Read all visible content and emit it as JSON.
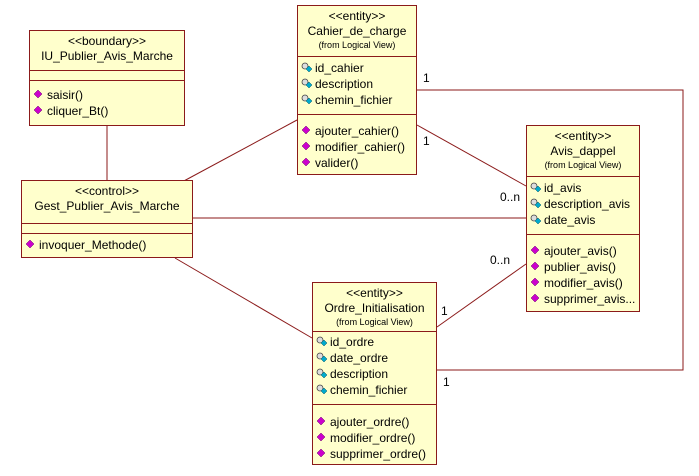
{
  "classes": {
    "iu": {
      "stereotype": "<<boundary>>",
      "name": "IU_Publier_Avis_Marche",
      "operations": [
        "saisir()",
        "cliquer_Bt()"
      ]
    },
    "gest": {
      "stereotype": "<<control>>",
      "name": "Gest_Publier_Avis_Marche",
      "operations": [
        "invoquer_Methode()"
      ]
    },
    "cahier": {
      "stereotype": "<<entity>>",
      "name": "Cahier_de_charge",
      "from": "(from Logical View)",
      "attributes": [
        "id_cahier",
        "description",
        "chemin_fichier"
      ],
      "operations": [
        "ajouter_cahier()",
        "modifier_cahier()",
        "valider()"
      ]
    },
    "avis": {
      "stereotype": "<<entity>>",
      "name": "Avis_dappel",
      "from": "(from Logical View)",
      "attributes": [
        "id_avis",
        "description_avis",
        "date_avis"
      ],
      "operations": [
        "ajouter_avis()",
        "publier_avis()",
        "modifier_avis()",
        "supprimer_avis..."
      ]
    },
    "ordre": {
      "stereotype": "<<entity>>",
      "name": "Ordre_Initialisation",
      "from": "(from Logical View)",
      "attributes": [
        "id_ordre",
        "date_ordre",
        "description",
        "chemin_fichier"
      ],
      "operations": [
        "ajouter_ordre()",
        "modifier_ordre()",
        "supprimer_ordre()"
      ]
    }
  },
  "multiplicities": {
    "cahier_avis_near_cahier": "1",
    "cahier_avis_near_avis": "0..n",
    "cahier_loop": "1",
    "ordre_avis_near_ordre": "1",
    "ordre_avis_near_avis": "0..n",
    "ordre_loop": "1"
  },
  "colors": {
    "class_fill": "#ffffcc",
    "class_border": "#8b1a1a",
    "line": "#8b1a1a",
    "operation_icon": "#cc00cc",
    "attribute_icon": "#00aacc"
  },
  "icons": {
    "attribute": "attribute-key-icon",
    "operation": "operation-diamond-icon"
  }
}
